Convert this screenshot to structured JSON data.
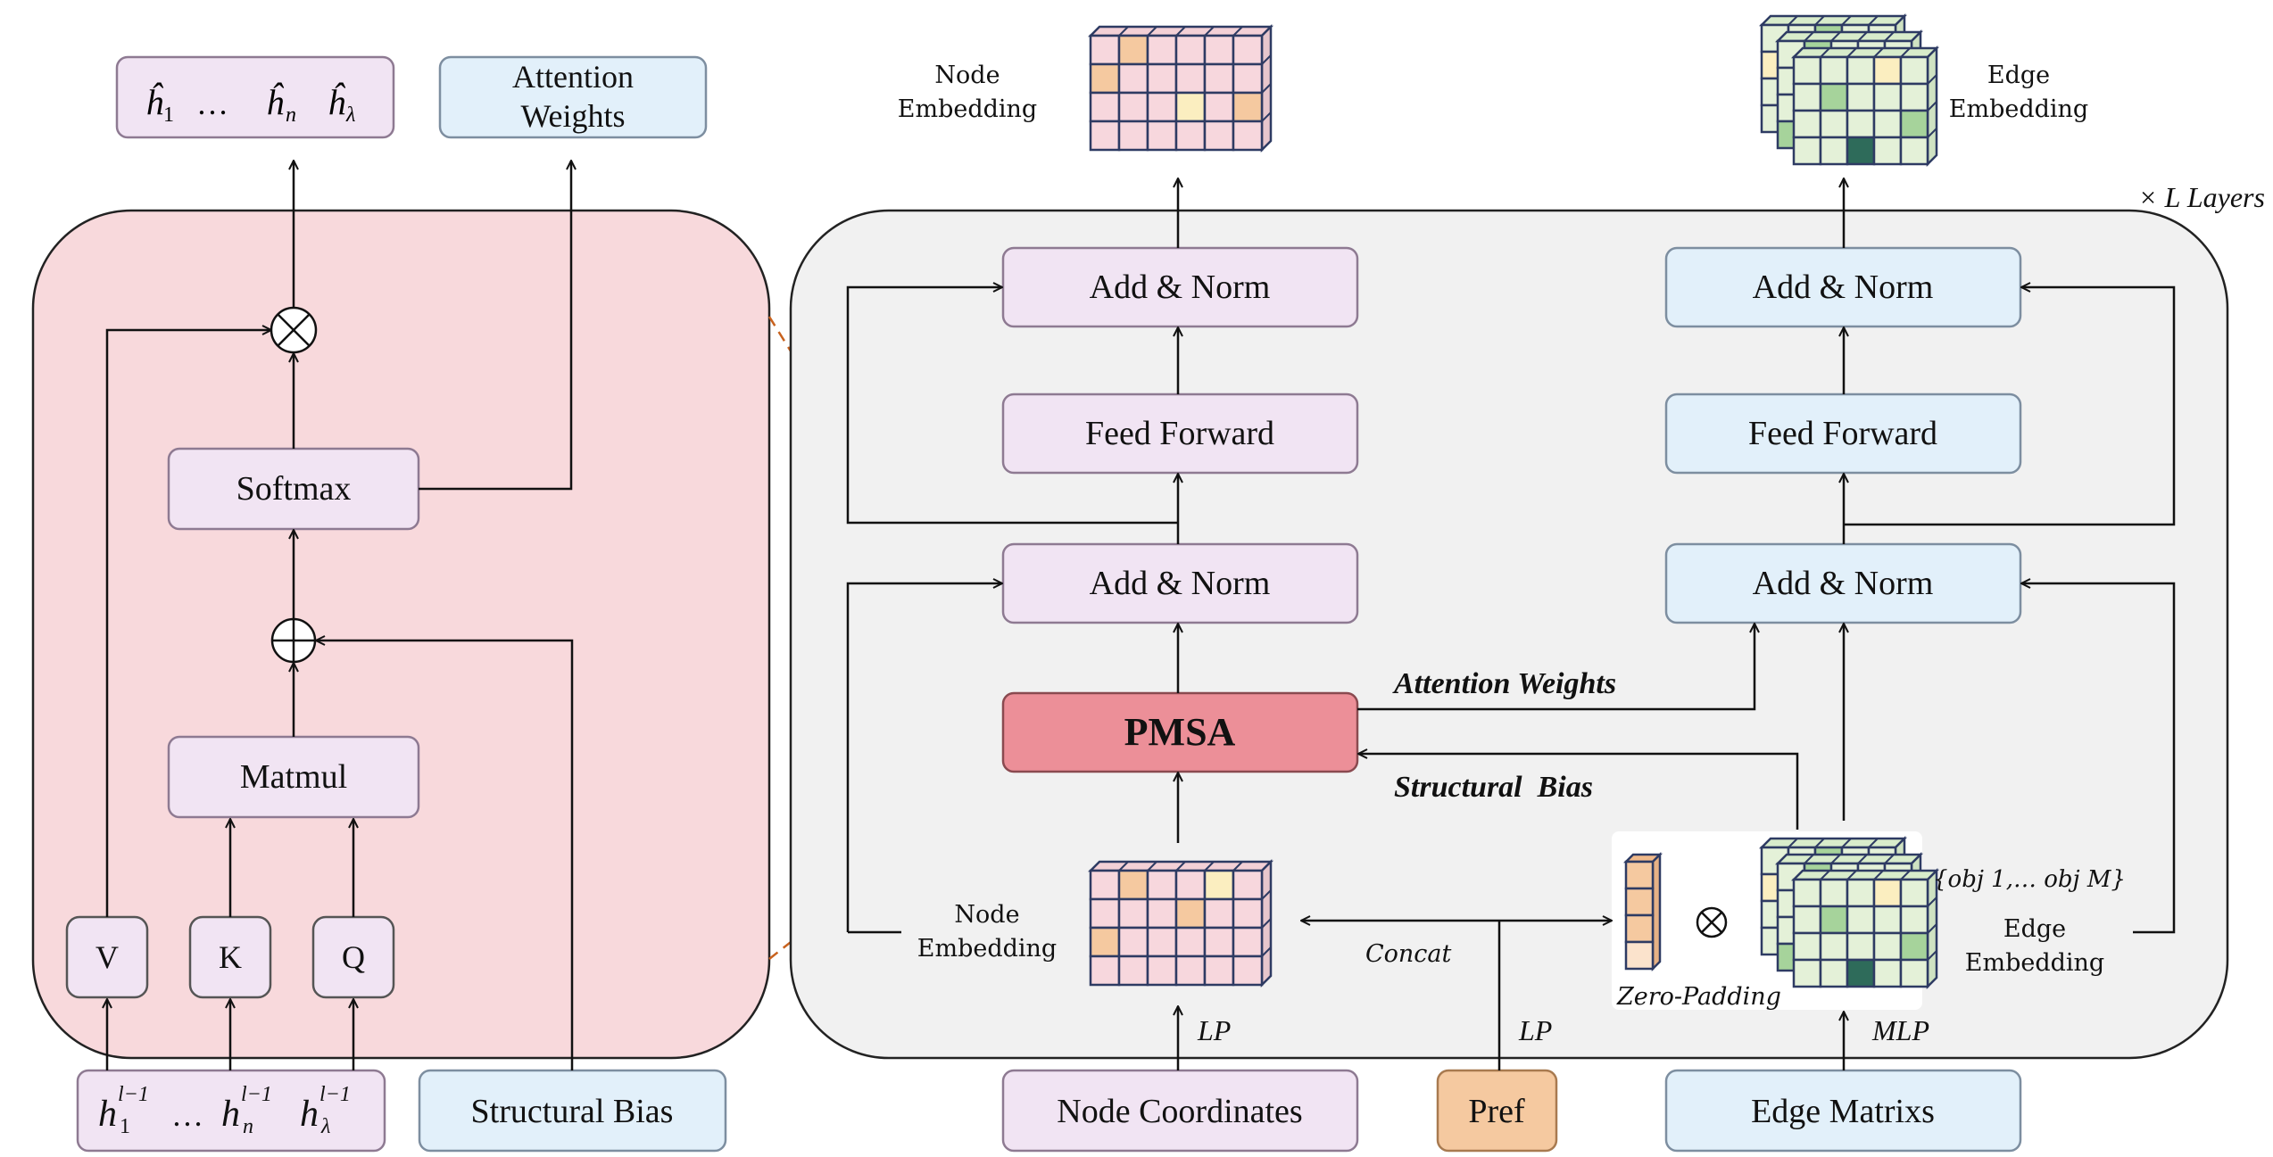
{
  "colors": {
    "lavender": "#f1e4f3",
    "lavender_border": "#8e7a92",
    "lightblue": "#e2f0fa",
    "lightblue_border": "#7d8ea0",
    "pink_panel": "#f8d9dc",
    "gray_panel": "#f1f1f1",
    "pmsa": "#ec8f98",
    "pref": "#f5c9a0",
    "dashed": "#c8621e"
  },
  "left_panel": {
    "outputs": {
      "h1": "ĥ",
      "sub1": "1",
      "dots": "…",
      "hn_sub": "n",
      "hl_sub": "λ"
    },
    "attention_weights_label": "Attention\nWeights",
    "softmax": "Softmax",
    "matmul": "Matmul",
    "v": "V",
    "k": "K",
    "q": "Q",
    "inputs": {
      "sup": "l−1",
      "s1": "1",
      "dots": "…",
      "sn": "n",
      "sl": "λ"
    },
    "structural_bias": "Structural Bias"
  },
  "right_panel": {
    "layers_label": "× L Layers",
    "node_embedding_top": "Node\nEmbedding",
    "edge_embedding_top": "Edge\nEmbedding",
    "add_norm": "Add & Norm",
    "feed_forward": "Feed Forward",
    "pmsa": "PMSA",
    "attention_weights": "Attention Weights",
    "structural_bias": "Structural  Bias",
    "node_embedding_bottom": "Node\nEmbedding",
    "edge_embedding_bottom": "Edge\nEmbedding",
    "concat": "Concat",
    "zero_padding": "Zero-Padding",
    "objects": "{obj 1,… obj M}",
    "otimes": "⊗",
    "lp_left": "LP",
    "lp_right": "LP",
    "mlp": "MLP",
    "node_coordinates": "Node Coordinates",
    "pref": "Pref",
    "edge_matrixs": "Edge Matrixs"
  }
}
